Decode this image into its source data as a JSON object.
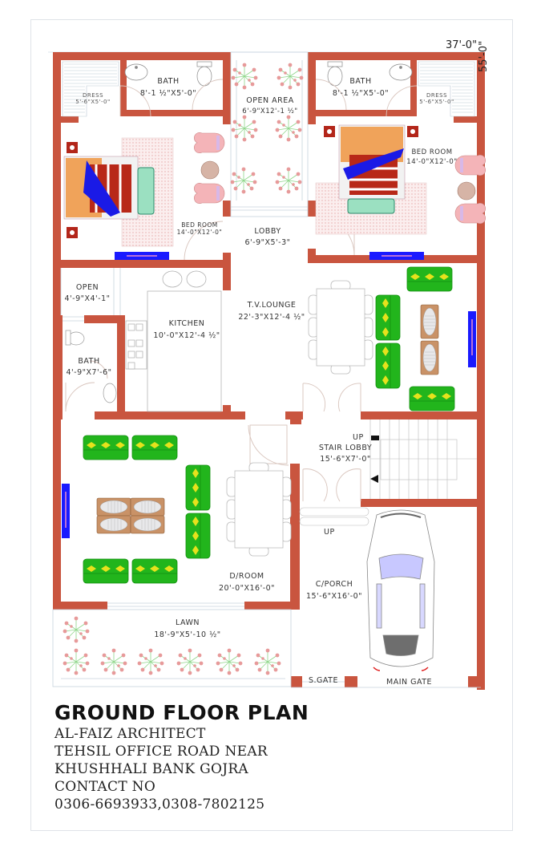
{
  "drawing": {
    "overall_width": "37'-0\"",
    "overall_depth": "55'-0\"",
    "wall_color": "#c9553f",
    "sofa_color": "#22b51c",
    "cushion_color": "#e6e21c",
    "tv_color": "#1a1aff"
  },
  "rooms": {
    "dress_left": {
      "name": "DRESS",
      "dim": "5'-6\"X5'-0\""
    },
    "bath_left": {
      "name": "BATH",
      "dim": "8'-1 ½\"X5'-0\""
    },
    "open_area": {
      "name": "OPEN AREA",
      "dim": "6'-9\"X12'-1 ½\""
    },
    "bath_right": {
      "name": "BATH",
      "dim": "8'-1 ½\"X5'-0\""
    },
    "dress_right": {
      "name": "DRESS",
      "dim": "5'-6\"X5'-0\""
    },
    "bedroom_left": {
      "name": "BED ROOM",
      "dim": "14'-0\"X12'-0\""
    },
    "lobby": {
      "name": "LOBBY",
      "dim": "6'-9\"X5'-3\""
    },
    "bedroom_right": {
      "name": "BED ROOM",
      "dim": "14'-0\"X12'-0\""
    },
    "open_small": {
      "name": "OPEN",
      "dim": "4'-9\"X4'-1\""
    },
    "kitchen": {
      "name": "KITCHEN",
      "dim": "10'-0\"X12'-4 ½\""
    },
    "tv_lounge": {
      "name": "T.V.LOUNGE",
      "dim": "22'-3\"X12'-4 ½\""
    },
    "bath_small": {
      "name": "BATH",
      "dim": "4'-9\"X7'-6\""
    },
    "stair_lobby": {
      "name": "STAIR LOBBY",
      "dim": "15'-6\"X7'-0\"",
      "up_label": "UP"
    },
    "drawing_room": {
      "name": "D/ROOM",
      "dim": "20'-0\"X16'-0\""
    },
    "car_porch": {
      "name": "C/PORCH",
      "dim": "15'-6\"X16'-0\"",
      "up_label": "UP"
    },
    "lawn": {
      "name": "LAWN",
      "dim": "18'-9\"X5'-10 ½\""
    }
  },
  "gates": {
    "side_gate": "S.GATE",
    "main_gate": "MAIN GATE"
  },
  "title_block": {
    "title": "GROUND FLOOR PLAN",
    "lines": [
      "AL-FAIZ ARCHITECT",
      "TEHSIL OFFICE ROAD NEAR",
      "KHUSHHALI BANK  GOJRA",
      "CONTACT NO",
      "0306-6693933,0308-7802125"
    ]
  }
}
